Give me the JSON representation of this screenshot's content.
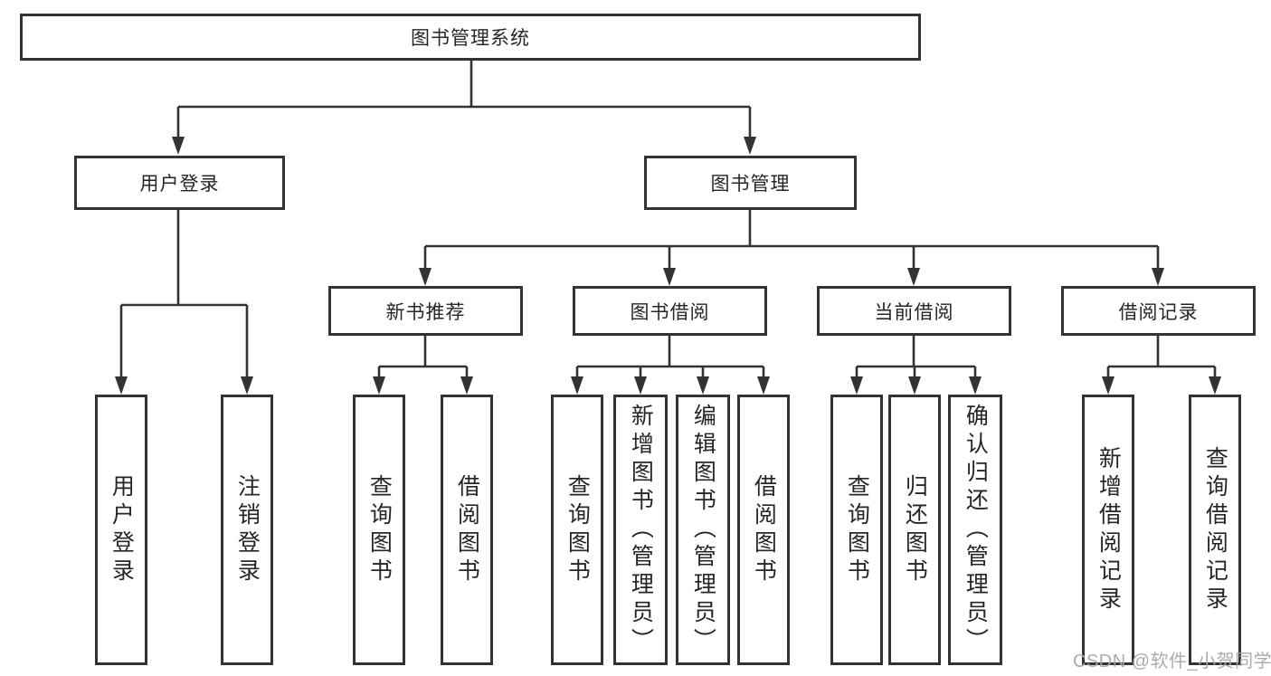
{
  "diagram": {
    "root": "图书管理系统",
    "branches": [
      {
        "label": "用户登录",
        "children": [
          {
            "label": "用户登录"
          },
          {
            "label": "注销登录"
          }
        ]
      },
      {
        "label": "图书管理",
        "children": [
          {
            "label": "新书推荐",
            "children": [
              {
                "label": "查询图书"
              },
              {
                "label": "借阅图书"
              }
            ]
          },
          {
            "label": "图书借阅",
            "children": [
              {
                "label": "查询图书"
              },
              {
                "label": "新增图书（管理员）"
              },
              {
                "label": "编辑图书（管理员）"
              },
              {
                "label": "借阅图书"
              }
            ]
          },
          {
            "label": "当前借阅",
            "children": [
              {
                "label": "查询图书"
              },
              {
                "label": "归还图书"
              },
              {
                "label": "确认归还（管理员）"
              }
            ]
          },
          {
            "label": "借阅记录",
            "children": [
              {
                "label": "新增借阅记录"
              },
              {
                "label": "查询借阅记录"
              }
            ]
          }
        ]
      }
    ],
    "colors": {
      "line": "#333333",
      "node_border": "#333333",
      "text": "#26262a",
      "watermark": "#a8a8aa"
    },
    "watermark": "CSDN @软件_小贺同学"
  }
}
